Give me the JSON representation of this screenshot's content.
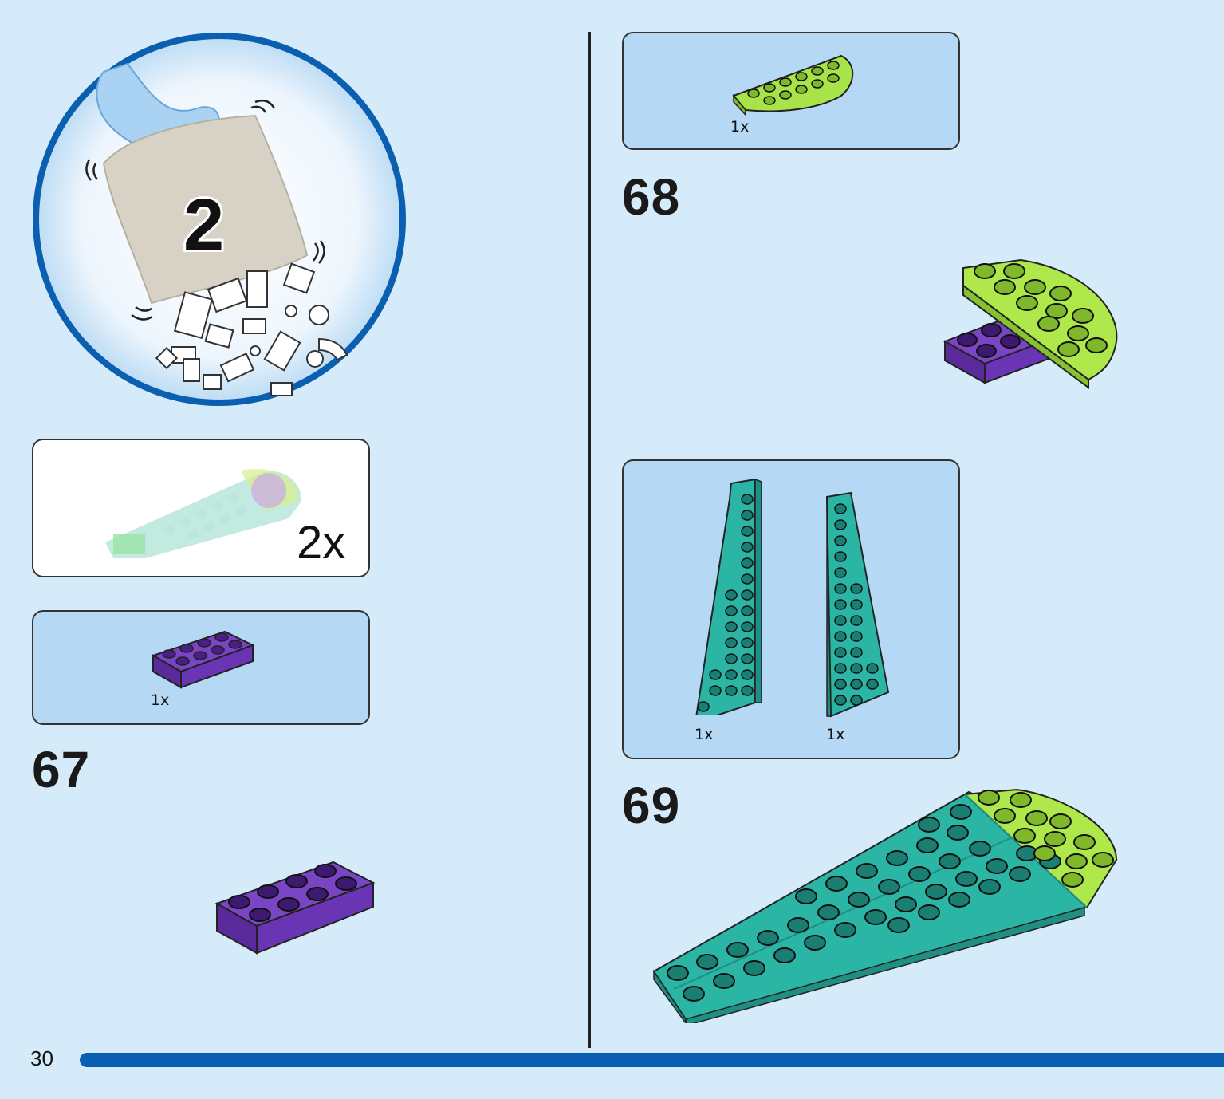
{
  "bag": {
    "number": "2"
  },
  "submodel": {
    "multiplier": "2x"
  },
  "steps": [
    {
      "number": "67",
      "parts": [
        {
          "qty": "1x",
          "part": "purple-2x4-plate"
        }
      ]
    },
    {
      "number": "68",
      "parts": [
        {
          "qty": "1x",
          "part": "lime-half-round-plate"
        }
      ]
    },
    {
      "number": "69",
      "parts": [
        {
          "qty": "1x",
          "part": "teal-wedge-plate-left"
        },
        {
          "qty": "1x",
          "part": "teal-wedge-plate-right"
        }
      ]
    }
  ],
  "page": {
    "number": "30"
  },
  "colors": {
    "background": "#d5ebfa",
    "parts_box": "#b5d8f5",
    "accent_blue": "#0a5fb0",
    "purple": "#6a35b5",
    "lime": "#aee84a",
    "teal": "#2bb5a5"
  }
}
